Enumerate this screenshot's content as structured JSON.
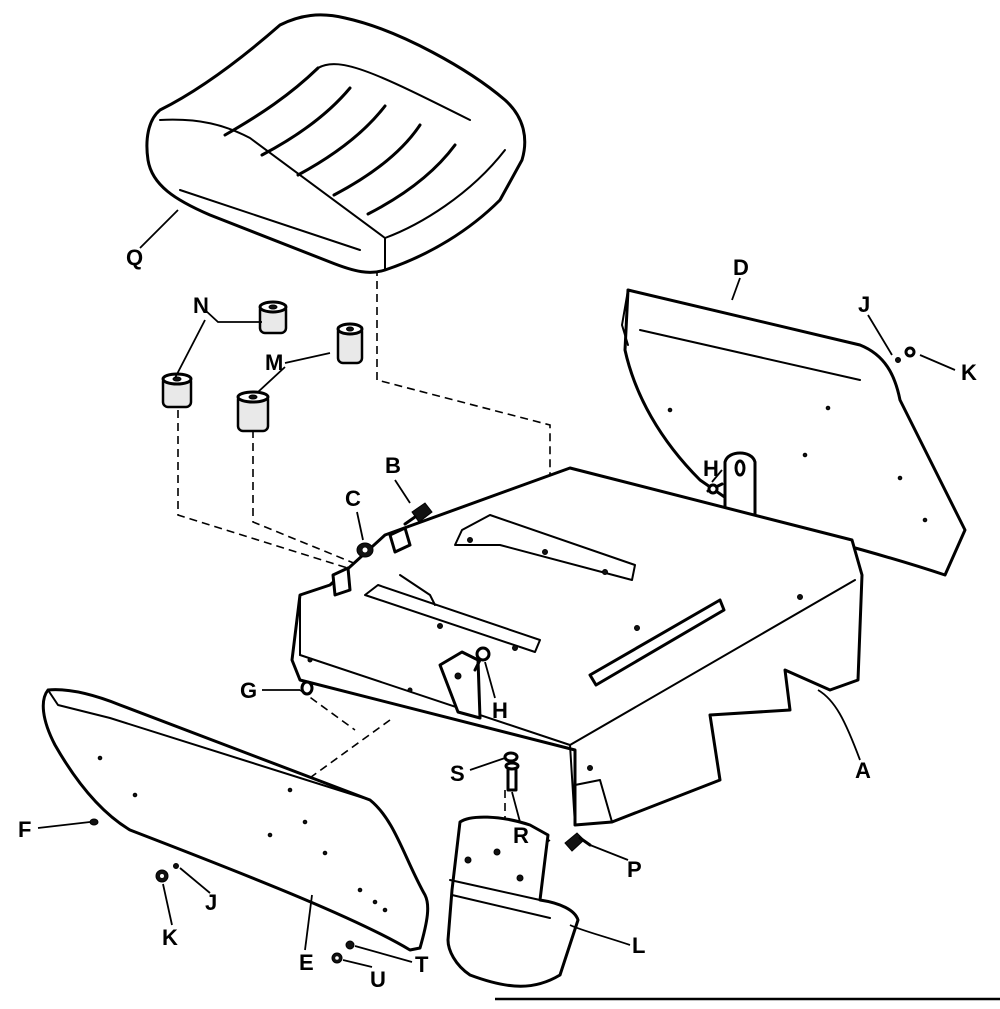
{
  "labels": {
    "A": "A",
    "B": "B",
    "C": "C",
    "D": "D",
    "E": "E",
    "F": "F",
    "G": "G",
    "H1": "H",
    "H2": "H",
    "J1": "J",
    "J2": "J",
    "K1": "K",
    "K2": "K",
    "L": "L",
    "M": "M",
    "N": "N",
    "P": "P",
    "Q": "Q",
    "R": "R",
    "S": "S",
    "T": "T",
    "U": "U"
  }
}
